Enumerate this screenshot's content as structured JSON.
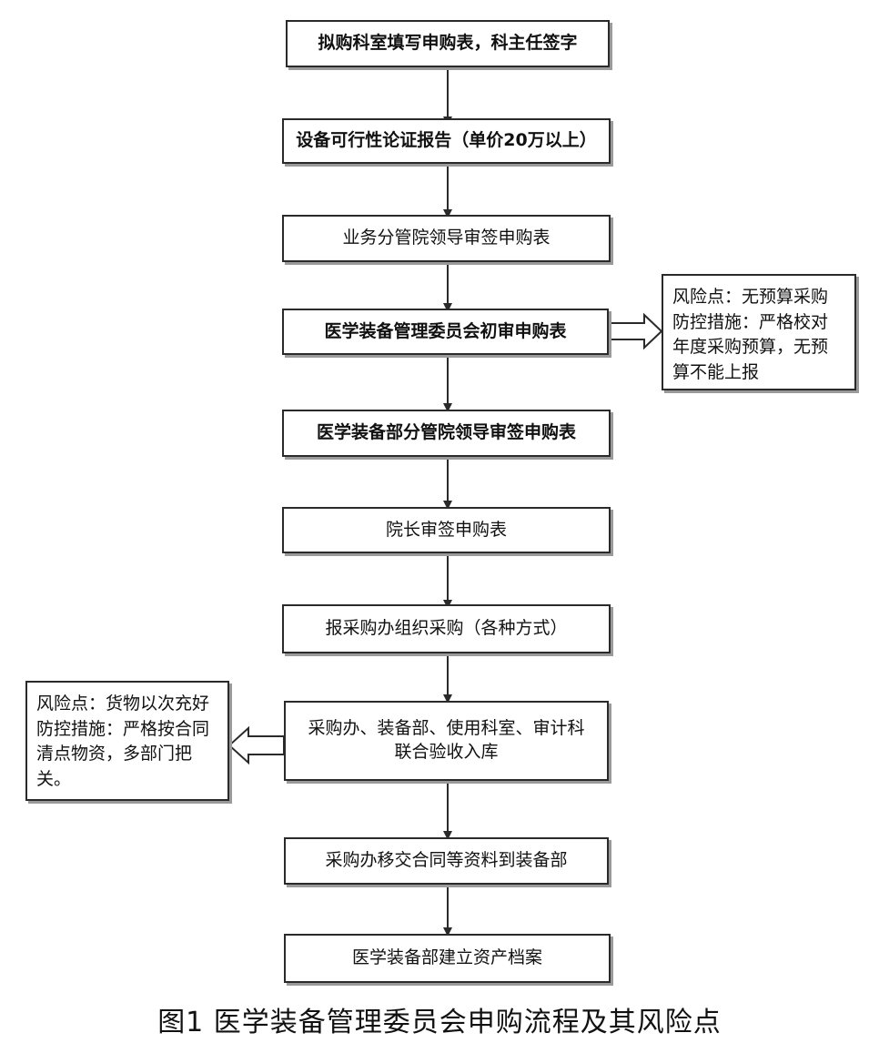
{
  "diagram": {
    "steps": [
      "拟购科室填写申购表，科主任签字",
      "设备可行性论证报告（单价20万以上）",
      "业务分管院领导审签申购表",
      "医学装备管理委员会初审申购表",
      "医学装备部分管院领导审签申购表",
      "院长审签申购表",
      "报采购办组织采购（各种方式）",
      "采购办、装备部、使用科室、审计科",
      "联合验收入库",
      "采购办移交合同等资料到装备部",
      "医学装备部建立资产档案"
    ],
    "risk_notes": [
      {
        "lines": [
          "风险点：无预算采购",
          "防控措施：严格校对",
          "年度采购预算，无预",
          "算不能上报"
        ]
      },
      {
        "lines": [
          "风险点：货物以次充好",
          "防控措施：严格按合同",
          "清点物资，多部门把",
          "关。"
        ]
      }
    ],
    "caption": "图1 医学装备管理委员会申购流程及其风险点"
  }
}
